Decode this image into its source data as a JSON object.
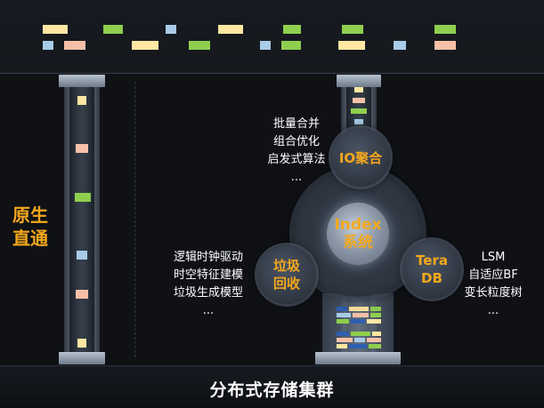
{
  "side_title": {
    "line1": "原生",
    "line2": "直通"
  },
  "floor_title": "分布式存储集群",
  "index": {
    "line1": "Index",
    "line2": "系统"
  },
  "io": {
    "label": "IO聚合",
    "notes": [
      "批量合并",
      "组合优化",
      "启发式算法",
      "..."
    ]
  },
  "gc": {
    "line1": "垃圾",
    "line2": "回收",
    "notes": [
      "逻辑时钟驱动",
      "时空特征建模",
      "垃圾生成模型",
      "..."
    ]
  },
  "tera": {
    "line1": "Tera",
    "line2": "DB",
    "notes": [
      "LSM",
      "自适应BF",
      "变长粒度树",
      "..."
    ]
  },
  "colors": {
    "yellow": "#fde7a3",
    "green": "#8fcf4e",
    "blue": "#a8cbe8",
    "pink": "#f6c1a8",
    "accent": "#f5a81c",
    "navy": "#2f5fb0"
  }
}
